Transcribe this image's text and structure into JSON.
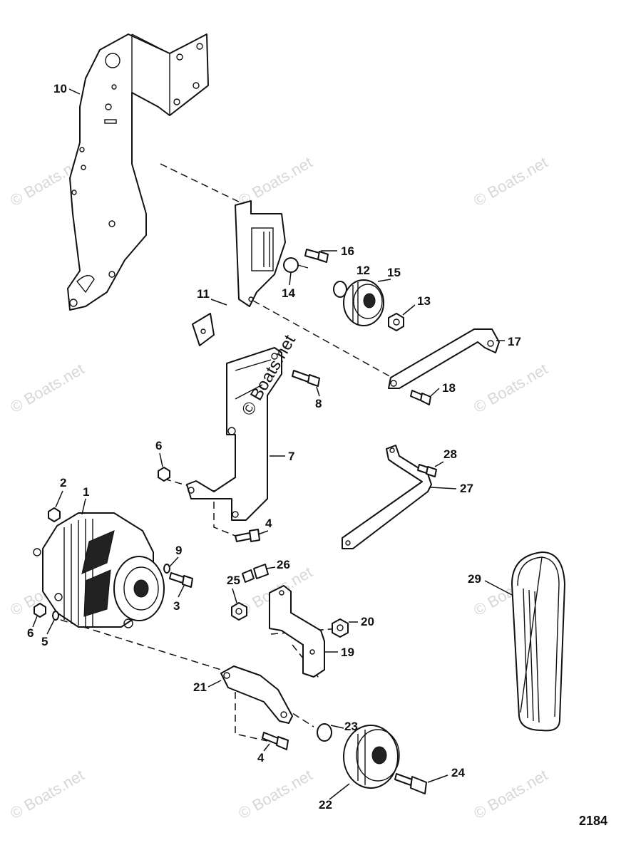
{
  "diagram": {
    "figure_number": "2184",
    "watermark_main": "© Boats.net",
    "watermark_faint": "© Boats.net",
    "callouts": [
      "1",
      "2",
      "3",
      "4",
      "5",
      "6",
      "7",
      "8",
      "9",
      "10",
      "11",
      "12",
      "13",
      "14",
      "15",
      "16",
      "17",
      "18",
      "19",
      "20",
      "21",
      "22",
      "23",
      "24",
      "25",
      "26",
      "27",
      "28",
      "29"
    ]
  }
}
